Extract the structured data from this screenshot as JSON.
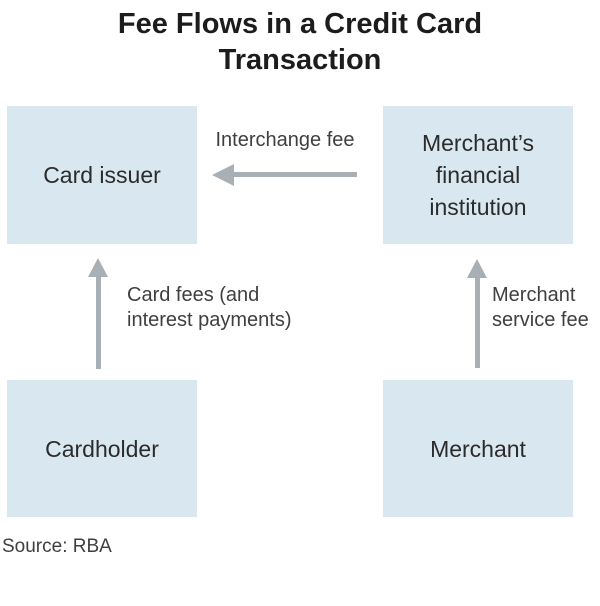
{
  "title": {
    "lines": [
      "Fee Flows in a Credit Card",
      "Transaction"
    ]
  },
  "nodes": [
    {
      "id": "card-issuer",
      "label": "Card issuer"
    },
    {
      "id": "merchants-financial-institution",
      "label": "Merchant’s financial institution"
    },
    {
      "id": "cardholder",
      "label": "Cardholder"
    },
    {
      "id": "merchant",
      "label": "Merchant"
    }
  ],
  "flows": [
    {
      "label": "Interchange fee",
      "from": "merchants-financial-institution",
      "to": "card-issuer",
      "direction": "left"
    },
    {
      "label": "Card fees (and interest payments)",
      "from": "cardholder",
      "to": "card-issuer",
      "direction": "up"
    },
    {
      "label": "Merchant service fee",
      "from": "merchant",
      "to": "merchants-financial-institution",
      "direction": "up"
    }
  ],
  "source": "Source: RBA",
  "colors": {
    "box_fill": "#d9e8f0",
    "arrow": "#a9b0b5",
    "title_text": "#1c1c1c",
    "box_text": "#2b2b2b",
    "label_text": "#3f3f3f"
  }
}
